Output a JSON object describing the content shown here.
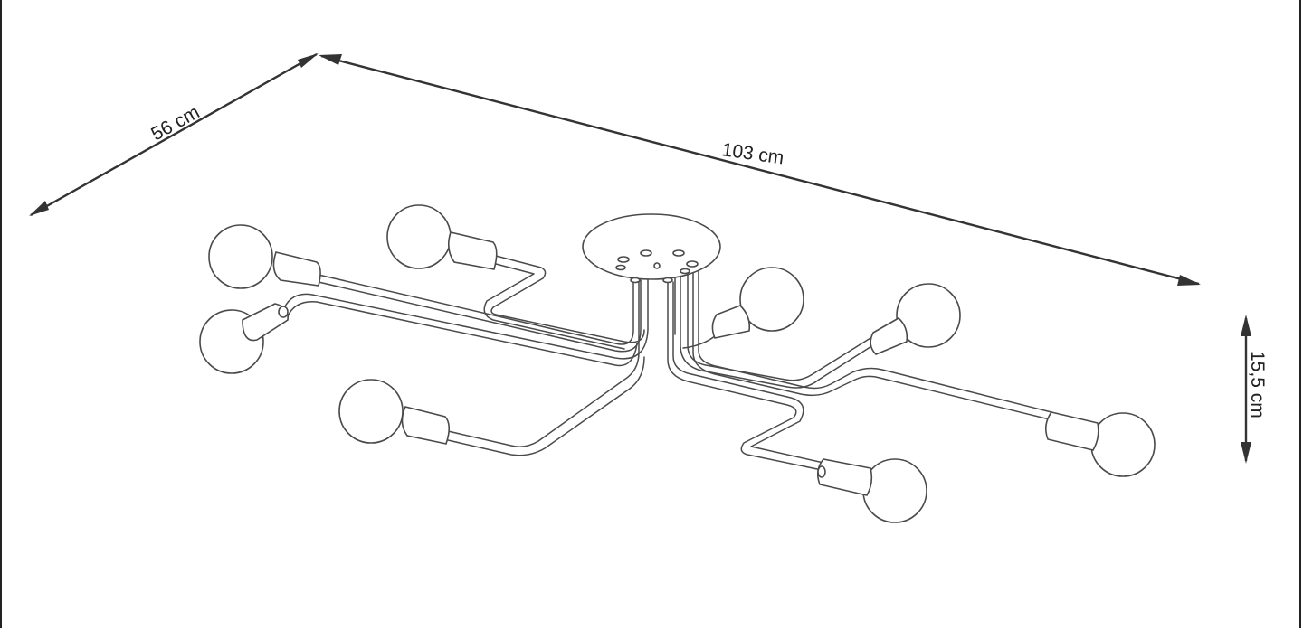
{
  "dimensions": {
    "depth_label": "56 cm",
    "width_label": "103 cm",
    "height_label": "15,5 cm"
  },
  "lamp": {
    "bulb_count": 8
  },
  "colors": {
    "line": "#4a4a4a",
    "dimension": "#333333",
    "background": "#ffffff"
  }
}
